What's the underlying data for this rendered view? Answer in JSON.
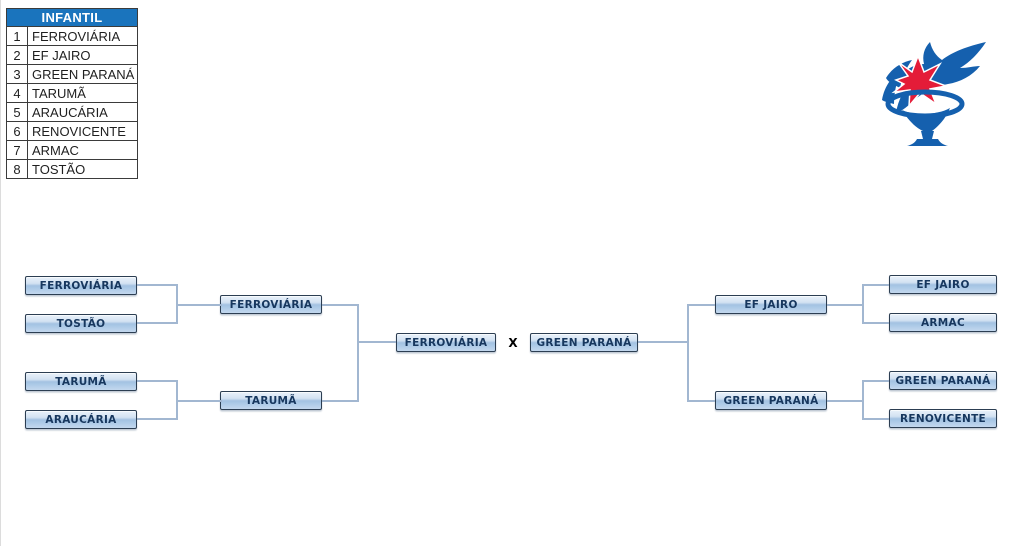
{
  "colors": {
    "header_blue": "#1a74bd",
    "box_border": "#2c3e52",
    "box_text": "#17375e",
    "connector": "#a2b7d1",
    "logo_blue": "#1560ae",
    "logo_red": "#e41c38"
  },
  "table": {
    "title": "INFANTIL",
    "teams": [
      {
        "seed": "1",
        "name": "FERROVIÁRIA"
      },
      {
        "seed": "2",
        "name": "EF JAIRO"
      },
      {
        "seed": "3",
        "name": "GREEN PARANÁ"
      },
      {
        "seed": "4",
        "name": "TARUMÃ"
      },
      {
        "seed": "5",
        "name": "ARAUCÁRIA"
      },
      {
        "seed": "6",
        "name": "RENOVICENTE"
      },
      {
        "seed": "7",
        "name": "ARMAC"
      },
      {
        "seed": "8",
        "name": "TOSTÃO"
      }
    ]
  },
  "bracket": {
    "left": {
      "round1": [
        "FERROVIÁRIA",
        "TOSTÃO",
        "TARUMÃ",
        "ARAUCÁRIA"
      ],
      "semifinals": [
        "FERROVIÁRIA",
        "TARUMÃ"
      ]
    },
    "final": {
      "home": "FERROVIÁRIA",
      "separator": "X",
      "away": "GREEN PARANÁ"
    },
    "right": {
      "semifinals": [
        "EF JAIRO",
        "GREEN PARANÁ"
      ],
      "round1": [
        "EF JAIRO",
        "ARMAC",
        "GREEN PARANÁ",
        "RENOVICENTE"
      ]
    }
  },
  "logo": {
    "name": "torch-flame-logo"
  }
}
